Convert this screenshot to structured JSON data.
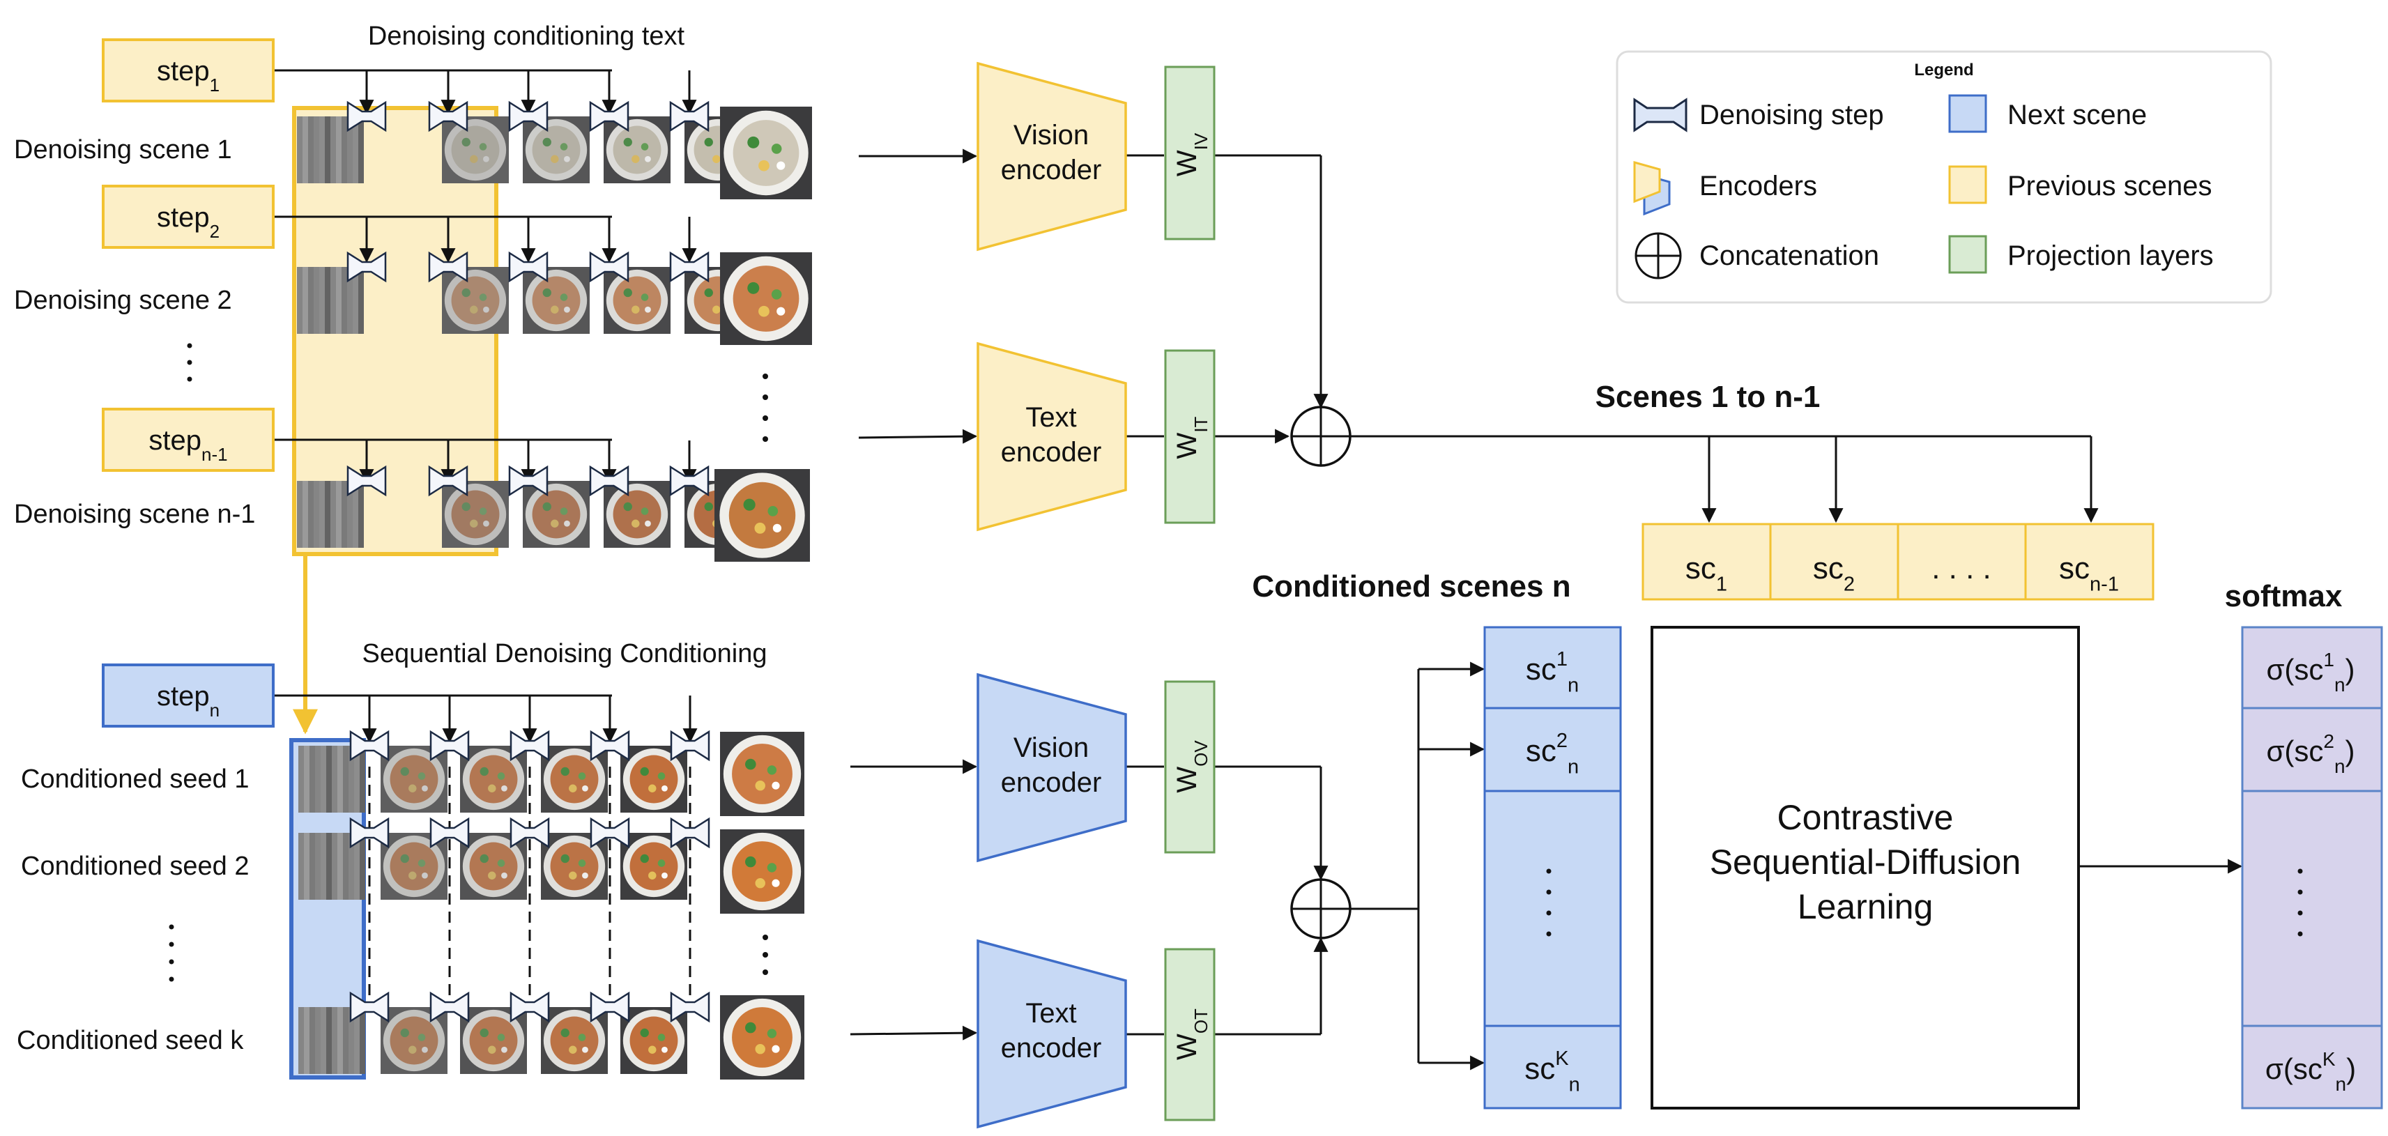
{
  "colors": {
    "yellow_fill": "#FCEFC7",
    "yellow_stroke": "#F2C232",
    "blue_fill": "#C7D9F5",
    "blue_stroke": "#3E6DC8",
    "green_fill": "#D9EBD3",
    "green_stroke": "#6B9E58",
    "purple_fill": "#D7D3EC",
    "purple_stroke": "#5B84C8",
    "line": "#111111"
  },
  "top": {
    "conditioning_text": "Denoising conditioning text",
    "steps": [
      {
        "base": "step",
        "sub": "1"
      },
      {
        "base": "step",
        "sub": "2"
      },
      {
        "base": "step",
        "sub": "n-1"
      }
    ],
    "scene_labels": [
      "Denoising scene 1",
      "Denoising scene 2",
      "Denoising scene n-1"
    ],
    "vision_encoder": [
      "Vision",
      "encoder"
    ],
    "text_encoder": [
      "Text",
      "encoder"
    ],
    "w_iv": {
      "base": "W",
      "sub": "IV"
    },
    "w_it": {
      "base": "W",
      "sub": "IT"
    }
  },
  "legend": {
    "title": "Legend",
    "items": [
      {
        "icon": "denoising-step-icon",
        "label": "Denoising step"
      },
      {
        "icon": "next-scene-swatch",
        "label": "Next scene"
      },
      {
        "icon": "encoders-icon",
        "label": "Encoders"
      },
      {
        "icon": "previous-scenes-swatch",
        "label": "Previous scenes"
      },
      {
        "icon": "concatenation-icon",
        "label": "Concatenation"
      },
      {
        "icon": "projection-layers-swatch",
        "label": "Projection layers"
      }
    ]
  },
  "scenes_title": "Scenes 1 to n-1",
  "scene_cells": [
    {
      "base": "sc",
      "sub": "1"
    },
    {
      "base": "sc",
      "sub": "2"
    },
    {
      "base": ". . . .",
      "sub": ""
    },
    {
      "base": "sc",
      "sub": "n-1"
    }
  ],
  "bottom": {
    "sequential_label": "Sequential Denoising Conditioning",
    "step_n": {
      "base": "step",
      "sub": "n"
    },
    "seed_labels": [
      "Conditioned seed 1",
      "Conditioned seed 2",
      "Conditioned seed k"
    ],
    "vision_encoder": [
      "Vision",
      "encoder"
    ],
    "text_encoder": [
      "Text",
      "encoder"
    ],
    "w_ov": {
      "base": "W",
      "sub": "OV"
    },
    "w_ot": {
      "base": "W",
      "sub": "OT"
    }
  },
  "conditioned_title": "Conditioned scenes n",
  "conditioned_cells": [
    {
      "base": "sc",
      "sup": "1",
      "sub": "n"
    },
    {
      "base": "sc",
      "sup": "2",
      "sub": "n"
    },
    {
      "base": "sc",
      "sup": "K",
      "sub": "n"
    }
  ],
  "contrastive_label": [
    "Contrastive",
    "Sequential-Diffusion",
    "Learning"
  ],
  "softmax_title": "softmax",
  "softmax_cells": [
    {
      "sigma": "σ",
      "base": "(sc",
      "sup": "1",
      "sub": "n",
      "close": ")"
    },
    {
      "sigma": "σ",
      "base": "(sc",
      "sup": "2",
      "sub": "n",
      "close": ")"
    },
    {
      "sigma": "σ",
      "base": "(sc",
      "sup": "K",
      "sub": "n",
      "close": ")"
    }
  ]
}
